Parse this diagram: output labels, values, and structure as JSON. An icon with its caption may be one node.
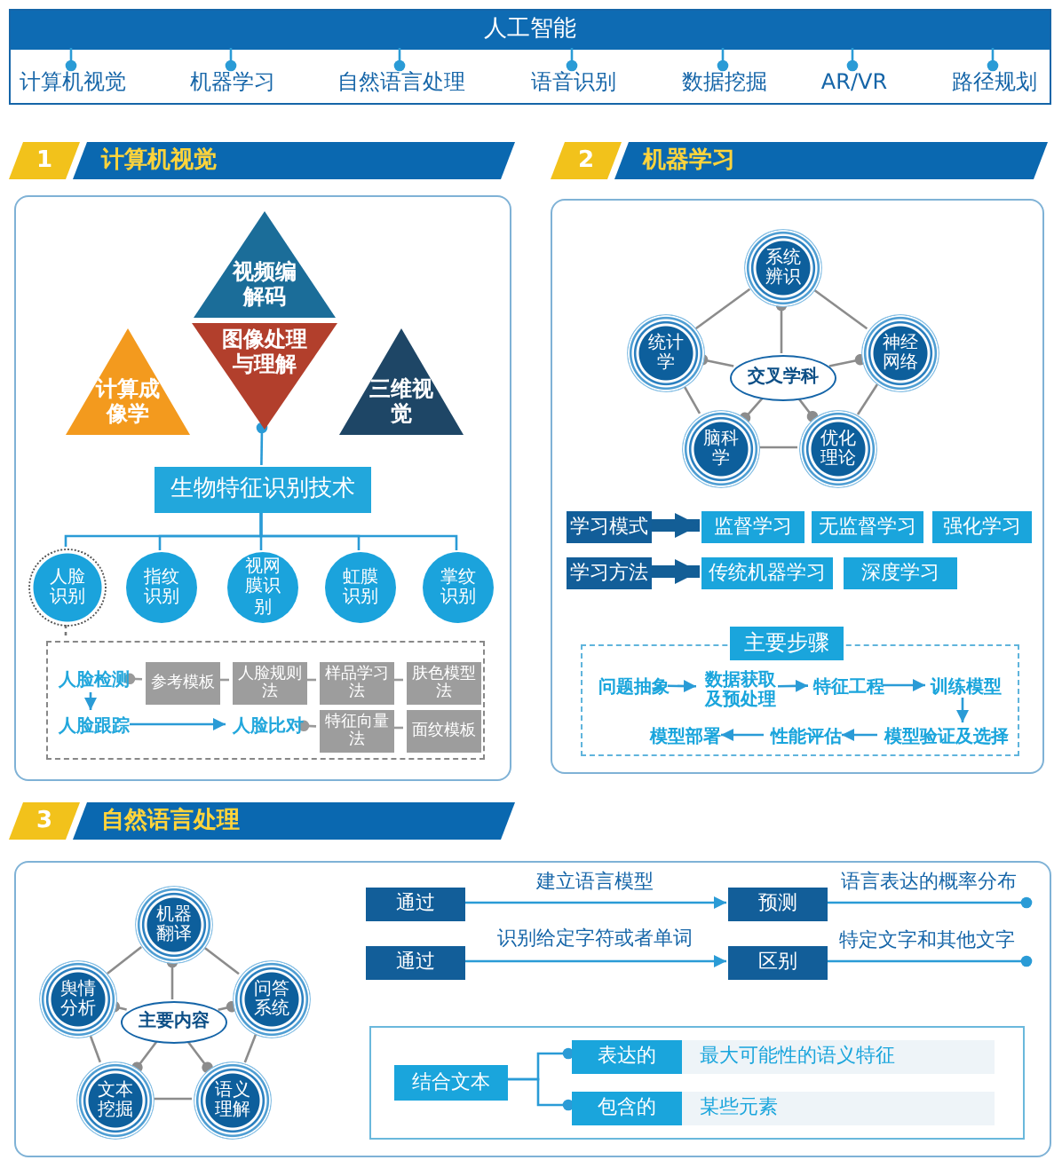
{
  "diagram": {
    "nodes": [
      {
        "text": [
          "人工智能"
        ]
      },
      {
        "text": [
          "计算机视觉"
        ],
        "in": 0
      },
      {
        "text": [
          "机器学习"
        ],
        "in": 0
      },
      {
        "text": [
          "自然语言处理"
        ],
        "in": 0
      },
      {
        "text": [
          "语音识别"
        ],
        "in": 0
      },
      {
        "text": [
          "数据挖掘"
        ],
        "in": 0
      },
      {
        "text": [
          "AR/VR"
        ],
        "in": 0
      },
      {
        "text": [
          "路径规划"
        ],
        "in": 0
      },
      {
        "text": [
          "1",
          "计算机视觉"
        ]
      },
      {
        "text": [],
        "shape": "box"
      },
      {
        "text": [
          "视频编解码"
        ],
        "in": 9
      },
      {
        "text": [
          "计算成像学"
        ],
        "in": 9
      },
      {
        "text": [
          "图像处理与理解"
        ],
        "in": 9
      },
      {
        "text": [
          "三维视觉"
        ],
        "in": 9
      },
      {
        "text": [
          "生物特征识别技术"
        ],
        "in": 9
      },
      {
        "text": [
          "人脸识别"
        ],
        "in": 9
      },
      {
        "text": [
          "指纹识别"
        ],
        "in": 9
      },
      {
        "text": [
          "视网膜识别"
        ],
        "in": 9
      },
      {
        "text": [
          "虹膜识别"
        ],
        "in": 9
      },
      {
        "text": [
          "掌纹识别"
        ],
        "in": 9
      },
      {
        "text": [],
        "shape": "box",
        "in": 9
      },
      {
        "text": [
          "人脸检测"
        ],
        "in": 20
      },
      {
        "text": [
          "参考模板"
        ],
        "in": 20
      },
      {
        "text": [
          "人脸规则法"
        ],
        "in": 20
      },
      {
        "text": [
          "样品学习法"
        ],
        "in": 20
      },
      {
        "text": [
          "肤色模型法"
        ],
        "in": 20
      },
      {
        "text": [
          "人脸跟踪"
        ],
        "in": 20
      },
      {
        "text": [
          "人脸比对"
        ],
        "in": 20
      },
      {
        "text": [
          "特征向量法"
        ],
        "in": 20
      },
      {
        "text": [
          "面纹模板"
        ],
        "in": 20
      },
      {
        "text": [
          "2",
          "机器学习"
        ]
      },
      {
        "text": [],
        "shape": "box"
      },
      {
        "text": [
          "系统辨识"
        ],
        "in": 31
      },
      {
        "text": [
          "统计学"
        ],
        "in": 31
      },
      {
        "text": [
          "神经网络"
        ],
        "in": 31
      },
      {
        "text": [
          "交叉学科"
        ],
        "in": 31
      },
      {
        "text": [
          "脑科学"
        ],
        "in": 31
      },
      {
        "text": [
          "优化理论"
        ],
        "in": 31
      },
      {
        "text": [
          "学习模式"
        ],
        "in": 31
      },
      {
        "text": [
          "监督学习"
        ],
        "in": 31
      },
      {
        "text": [
          "无监督学习"
        ],
        "in": 31
      },
      {
        "text": [
          "强化学习"
        ],
        "in": 31
      },
      {
        "text": [
          "学习方法"
        ],
        "in": 31
      },
      {
        "text": [
          "传统机器学习"
        ],
        "in": 31
      },
      {
        "text": [
          "深度学习"
        ],
        "in": 31
      },
      {
        "text": [],
        "shape": "box",
        "in": 31
      },
      {
        "text": [
          "问题抽象"
        ],
        "in": 45
      },
      {
        "text": [
          "数据获取及预处理"
        ],
        "in": 45
      },
      {
        "text": [
          "特征工程"
        ],
        "in": 45
      },
      {
        "text": [
          "训练模型"
        ],
        "in": 45
      },
      {
        "text": [
          "模型部署"
        ],
        "in": 45
      },
      {
        "text": [
          "性能评估"
        ],
        "in": 45
      },
      {
        "text": [
          "模型验证及选择"
        ],
        "in": 45
      },
      {
        "text": [
          "3",
          "自然语言处理"
        ]
      },
      {
        "text": [],
        "shape": "box"
      },
      {
        "text": [
          "机器翻译"
        ],
        "in": 54
      },
      {
        "text": [
          "舆情分析"
        ],
        "in": 54
      },
      {
        "text": [
          "问答系统"
        ],
        "in": 54
      },
      {
        "text": [
          "主要内容"
        ],
        "in": 54
      },
      {
        "text": [
          "文本挖掘"
        ],
        "in": 54
      },
      {
        "text": [
          "语义理解"
        ],
        "in": 54
      },
      {
        "text": [
          "通过"
        ],
        "in": 54
      },
      {
        "text": [
          "预测"
        ],
        "in": 54
      },
      {
        "text": [
          "通过"
        ],
        "in": 54
      },
      {
        "text": [
          "区别"
        ],
        "in": 54
      },
      {
        "text": [],
        "shape": "box",
        "in": 54
      },
      {
        "text": [
          "表达的"
        ],
        "in": 65
      },
      {
        "text": [
          "最大可能性的语义特征"
        ],
        "in": 65
      },
      {
        "text": [
          "结合文本"
        ],
        "in": 65
      },
      {
        "text": [
          "包含的"
        ],
        "in": 65
      },
      {
        "text": [
          "某些元素"
        ],
        "in": 65
      },
      {
        "text": [
          "主要步骤"
        ],
        "in": 31
      }
    ],
    "edges": [
      {
        "from": 0,
        "to": 1,
        "arrow": "other"
      },
      {
        "from": 0,
        "to": 2,
        "arrow": "other"
      },
      {
        "from": 0,
        "to": 3,
        "arrow": "other"
      },
      {
        "from": 0,
        "to": 4,
        "arrow": "other"
      },
      {
        "from": 0,
        "to": 5,
        "arrow": "other"
      },
      {
        "from": 0,
        "to": 6,
        "arrow": "other"
      },
      {
        "from": 0,
        "to": 7,
        "arrow": "other"
      },
      {
        "from": 14,
        "to": 12,
        "arrow": "other"
      },
      {
        "from": 14,
        "to": 15,
        "arrow": "none"
      },
      {
        "from": 14,
        "to": 16,
        "arrow": "none"
      },
      {
        "from": 14,
        "to": 17,
        "arrow": "none"
      },
      {
        "from": 14,
        "to": 18,
        "arrow": "none"
      },
      {
        "from": 14,
        "to": 19,
        "arrow": "none"
      },
      {
        "from": 15,
        "to": 20,
        "arrow": "none",
        "style": "dashed",
        "color": "#777777"
      },
      {
        "from": 22,
        "to": 21,
        "arrow": "other",
        "color": "#9a9a9a"
      },
      {
        "from": 22,
        "to": 23,
        "arrow": "none",
        "color": "#9a9a9a"
      },
      {
        "from": 23,
        "to": 24,
        "arrow": "none",
        "color": "#9a9a9a"
      },
      {
        "from": 24,
        "to": 25,
        "arrow": "none",
        "color": "#9a9a9a"
      },
      {
        "from": 21,
        "to": 26,
        "arrow": "to"
      },
      {
        "from": 26,
        "to": 27,
        "arrow": "to"
      },
      {
        "from": 28,
        "to": 27,
        "arrow": "other",
        "color": "#9a9a9a"
      },
      {
        "from": 28,
        "to": 29,
        "arrow": "none",
        "color": "#9a9a9a"
      },
      {
        "from": 35,
        "to": 32,
        "arrow": "other",
        "color": "#8c8c8c"
      },
      {
        "from": 35,
        "to": 33,
        "arrow": "other",
        "color": "#8c8c8c"
      },
      {
        "from": 35,
        "to": 34,
        "arrow": "other",
        "color": "#8c8c8c"
      },
      {
        "from": 35,
        "to": 36,
        "arrow": "other",
        "color": "#8c8c8c"
      },
      {
        "from": 35,
        "to": 37,
        "arrow": "other",
        "color": "#8c8c8c"
      },
      {
        "from": 33,
        "to": 32,
        "arrow": "none",
        "color": "#8c8c8c"
      },
      {
        "from": 32,
        "to": 34,
        "arrow": "none",
        "color": "#8c8c8c"
      },
      {
        "from": 34,
        "to": 37,
        "arrow": "none",
        "color": "#8c8c8c"
      },
      {
        "from": 37,
        "to": 36,
        "arrow": "none",
        "color": "#8c8c8c"
      },
      {
        "from": 36,
        "to": 33,
        "arrow": "none",
        "color": "#8c8c8c"
      },
      {
        "from": 38,
        "to": 39,
        "arrow": "to",
        "style": "thick",
        "color": "#135e96"
      },
      {
        "from": 42,
        "to": 43,
        "arrow": "to",
        "style": "thick",
        "color": "#135e96"
      },
      {
        "from": 46,
        "to": 47,
        "arrow": "to"
      },
      {
        "from": 47,
        "to": 48,
        "arrow": "to"
      },
      {
        "from": 48,
        "to": 49,
        "arrow": "to"
      },
      {
        "from": 49,
        "to": 52,
        "arrow": "to"
      },
      {
        "from": 52,
        "to": 51,
        "arrow": "to"
      },
      {
        "from": 51,
        "to": 50,
        "arrow": "to"
      },
      {
        "from": 58,
        "to": 55,
        "arrow": "other",
        "color": "#8c8c8c"
      },
      {
        "from": 58,
        "to": 56,
        "arrow": "other",
        "color": "#8c8c8c"
      },
      {
        "from": 58,
        "to": 57,
        "arrow": "other",
        "color": "#8c8c8c"
      },
      {
        "from": 58,
        "to": 59,
        "arrow": "other",
        "color": "#8c8c8c"
      },
      {
        "from": 58,
        "to": 60,
        "arrow": "other",
        "color": "#8c8c8c"
      },
      {
        "from": 56,
        "to": 55,
        "arrow": "none",
        "color": "#8c8c8c"
      },
      {
        "from": 55,
        "to": 57,
        "arrow": "none",
        "color": "#8c8c8c"
      },
      {
        "from": 57,
        "to": 60,
        "arrow": "none",
        "color": "#8c8c8c"
      },
      {
        "from": 60,
        "to": 59,
        "arrow": "none",
        "color": "#8c8c8c"
      },
      {
        "from": 59,
        "to": 56,
        "arrow": "none",
        "color": "#8c8c8c"
      },
      {
        "from": 61,
        "to": 62,
        "arrow": "to",
        "label": "建立语言模型"
      },
      {
        "from": 62,
        "to": null,
        "arrow": "other",
        "label": "语言表达的概率分布"
      },
      {
        "from": 63,
        "to": 64,
        "arrow": "to",
        "label": "识别给定字符或者单词"
      },
      {
        "from": 64,
        "to": null,
        "arrow": "other",
        "label": "特定文字和其他文字"
      },
      {
        "from": 68,
        "to": 66,
        "arrow": "other"
      },
      {
        "from": 68,
        "to": 69,
        "arrow": "other"
      }
    ]
  }
}
